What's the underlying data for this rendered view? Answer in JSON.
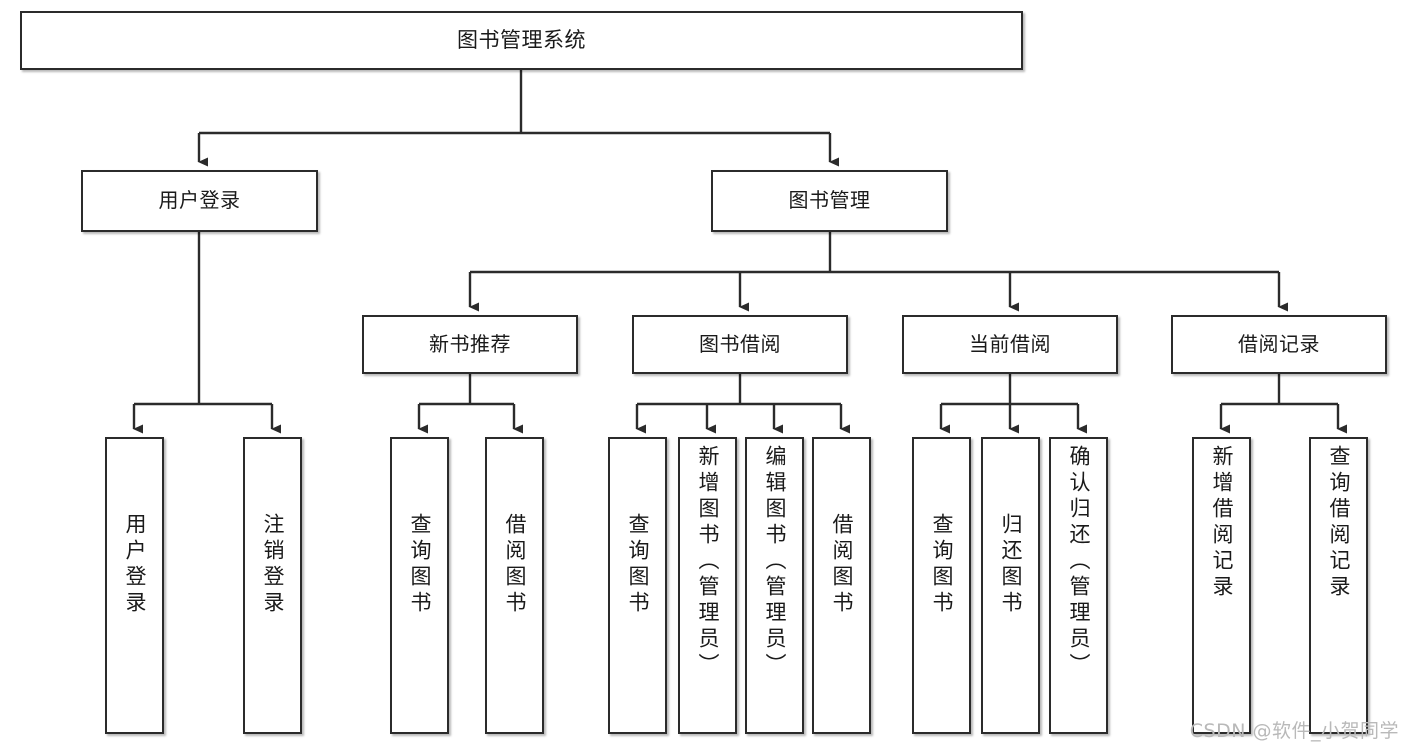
{
  "diagram": {
    "type": "tree-hierarchy",
    "title": "图书管理系统",
    "root": {
      "label": "图书管理系统"
    },
    "level2": [
      {
        "label": "用户登录"
      },
      {
        "label": "图书管理"
      }
    ],
    "level3": [
      {
        "label": "新书推荐"
      },
      {
        "label": "图书借阅"
      },
      {
        "label": "当前借阅"
      },
      {
        "label": "借阅记录"
      }
    ],
    "leaves": [
      {
        "label": "用户登录",
        "parent": "用户登录"
      },
      {
        "label": "注销登录",
        "parent": "用户登录"
      },
      {
        "label": "查询图书",
        "parent": "新书推荐"
      },
      {
        "label": "借阅图书",
        "parent": "新书推荐"
      },
      {
        "label": "查询图书",
        "parent": "图书借阅"
      },
      {
        "label": "新增图书（管理员）",
        "parent": "图书借阅"
      },
      {
        "label": "编辑图书（管理员）",
        "parent": "图书借阅"
      },
      {
        "label": "借阅图书",
        "parent": "图书借阅"
      },
      {
        "label": "查询图书",
        "parent": "当前借阅"
      },
      {
        "label": "归还图书",
        "parent": "当前借阅"
      },
      {
        "label": "确认归还（管理员）",
        "parent": "当前借阅"
      },
      {
        "label": "新增借阅记录",
        "parent": "借阅记录"
      },
      {
        "label": "查询借阅记录",
        "parent": "借阅记录"
      }
    ]
  },
  "colors": {
    "box_border": "#2b2b2b",
    "box_fill": "#ffffff",
    "connector": "#2b2b2b",
    "text": "#1a1a1a",
    "watermark": "#b9b9b9"
  },
  "watermark": {
    "text": "CSDN @软件_小贺同学"
  }
}
